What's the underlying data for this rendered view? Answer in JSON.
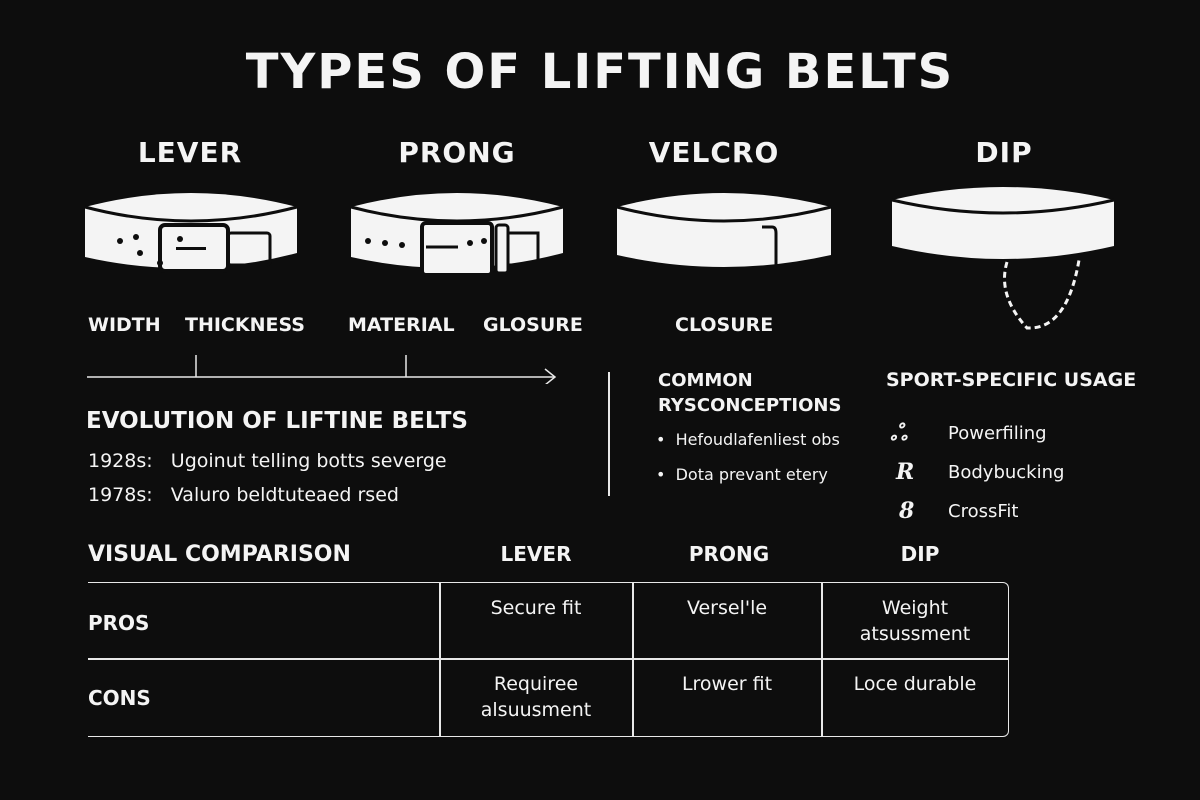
{
  "title": "TYPES OF LIFTING BELTS",
  "belt_types": [
    "LEVER",
    "PRONG",
    "VELCRO",
    "DIP"
  ],
  "attributes": [
    "WIDTH",
    "THICKNESS",
    "MATERIAL",
    "GLOSURE",
    "CLOSURE"
  ],
  "evolution": {
    "heading": "EVOLUTION OF LIFTINE BELTS",
    "entries": [
      {
        "year": "1928s:",
        "text": "Ugoinut telling botts severge"
      },
      {
        "year": "1978s:",
        "text": "Valuro beldtuteaed rsed"
      }
    ]
  },
  "misconceptions": {
    "heading_line1": "COMMON",
    "heading_line2": "RYSCONCEPTIONS",
    "items": [
      "Hefoudlafenliest obs",
      "Dota prevant etery"
    ]
  },
  "sport_usage": {
    "heading": "SPORT-SPECIFIC USAGE",
    "items": [
      {
        "icon": "weightlifter-icon",
        "glyph": "ஃ",
        "label": "Powerfiling"
      },
      {
        "icon": "bodybuilder-icon",
        "glyph": "R",
        "label": "Bodybucking"
      },
      {
        "icon": "crossfit-athlete-icon",
        "glyph": "8",
        "label": "CrossFit"
      }
    ]
  },
  "comparison": {
    "heading": "VISUAL COMPARISON",
    "columns": [
      "LEVER",
      "PRONG",
      "DIP"
    ],
    "rows": [
      {
        "label": "PROS",
        "cells": [
          [
            "Secure fit"
          ],
          [
            "Versel'le"
          ],
          [
            "Weight",
            "atsussment"
          ]
        ]
      },
      {
        "label": "CONS",
        "cells": [
          [
            "Requiree",
            "alsuusment"
          ],
          [
            "Lrower fit"
          ],
          [
            "Loce durable"
          ]
        ]
      }
    ]
  },
  "colors": {
    "background": "#0d0d0d",
    "foreground": "#f4f4f4"
  }
}
